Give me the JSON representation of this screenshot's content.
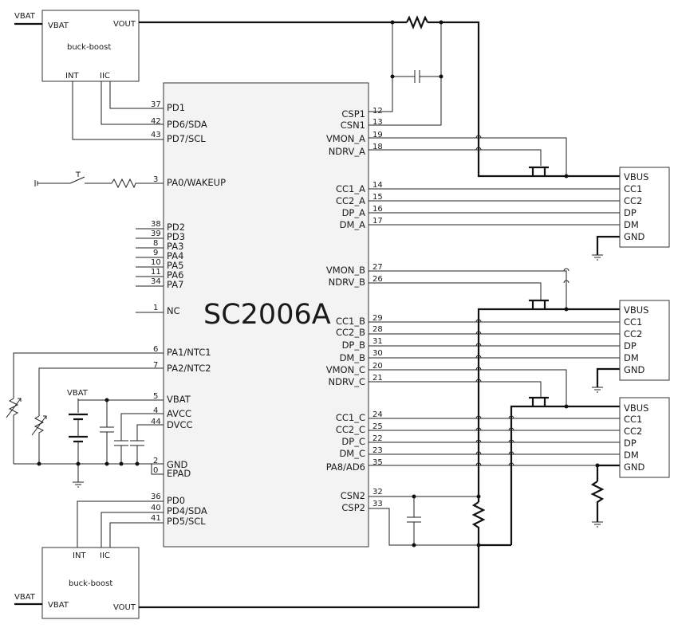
{
  "chip": {
    "name": "SC2006A",
    "left_pins": [
      {
        "num": "37",
        "label": "PD1"
      },
      {
        "num": "42",
        "label": "PD6/SDA"
      },
      {
        "num": "43",
        "label": "PD7/SCL"
      },
      {
        "num": "3",
        "label": "PA0/WAKEUP"
      },
      {
        "num": "38",
        "label": "PD2"
      },
      {
        "num": "39",
        "label": "PD3"
      },
      {
        "num": "8",
        "label": "PA3"
      },
      {
        "num": "9",
        "label": "PA4"
      },
      {
        "num": "10",
        "label": "PA5"
      },
      {
        "num": "11",
        "label": "PA6"
      },
      {
        "num": "34",
        "label": "PA7"
      },
      {
        "num": "1",
        "label": "NC"
      },
      {
        "num": "6",
        "label": "PA1/NTC1"
      },
      {
        "num": "7",
        "label": "PA2/NTC2"
      },
      {
        "num": "5",
        "label": "VBAT"
      },
      {
        "num": "4",
        "label": "AVCC"
      },
      {
        "num": "44",
        "label": "DVCC"
      },
      {
        "num": "2",
        "label": "GND"
      },
      {
        "num": "0",
        "label": "EPAD"
      },
      {
        "num": "36",
        "label": "PD0"
      },
      {
        "num": "40",
        "label": "PD4/SDA"
      },
      {
        "num": "41",
        "label": "PD5/SCL"
      }
    ],
    "right_pins": [
      {
        "num": "12",
        "label": "CSP1"
      },
      {
        "num": "13",
        "label": "CSN1"
      },
      {
        "num": "19",
        "label": "VMON_A"
      },
      {
        "num": "18",
        "label": "NDRV_A"
      },
      {
        "num": "14",
        "label": "CC1_A"
      },
      {
        "num": "15",
        "label": "CC2_A"
      },
      {
        "num": "16",
        "label": "DP_A"
      },
      {
        "num": "17",
        "label": "DM_A"
      },
      {
        "num": "27",
        "label": "VMON_B"
      },
      {
        "num": "26",
        "label": "NDRV_B"
      },
      {
        "num": "29",
        "label": "CC1_B"
      },
      {
        "num": "28",
        "label": "CC2_B"
      },
      {
        "num": "31",
        "label": "DP_B"
      },
      {
        "num": "30",
        "label": "DM_B"
      },
      {
        "num": "20",
        "label": "VMON_C"
      },
      {
        "num": "21",
        "label": "NDRV_C"
      },
      {
        "num": "24",
        "label": "CC1_C"
      },
      {
        "num": "25",
        "label": "CC2_C"
      },
      {
        "num": "22",
        "label": "DP_C"
      },
      {
        "num": "23",
        "label": "DM_C"
      },
      {
        "num": "35",
        "label": "PA8/AD6"
      },
      {
        "num": "32",
        "label": "CSN2"
      },
      {
        "num": "33",
        "label": "CSP2"
      }
    ]
  },
  "converters": [
    {
      "title": "buck-boost",
      "vbat": "VBAT",
      "vout": "VOUT",
      "int": "INT",
      "iic": "IIC",
      "net": "VBAT"
    },
    {
      "title": "buck-boost",
      "vbat": "VBAT",
      "vout": "VOUT",
      "int": "INT",
      "iic": "IIC",
      "net": "VBAT"
    }
  ],
  "battery_label": "VBAT",
  "ports": [
    {
      "pins": [
        "VBUS",
        "CC1",
        "CC2",
        "DP",
        "DM",
        "GND"
      ]
    },
    {
      "pins": [
        "VBUS",
        "CC1",
        "CC2",
        "DP",
        "DM",
        "GND"
      ]
    },
    {
      "pins": [
        "VBUS",
        "CC1",
        "CC2",
        "DP",
        "DM",
        "GND"
      ]
    }
  ]
}
